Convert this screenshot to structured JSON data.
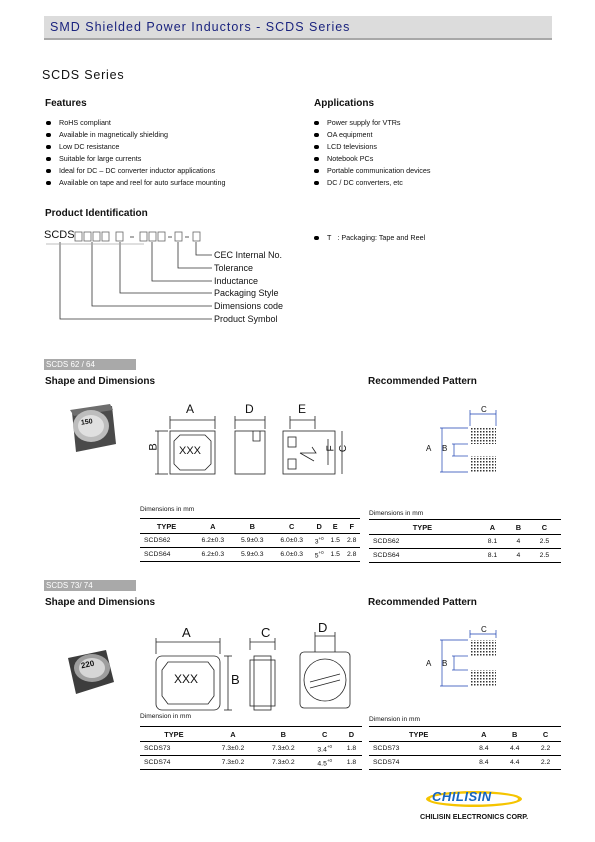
{
  "header": {
    "title": "SMD Shielded Power Inductors - SCDS Series"
  },
  "series_title": "SCDS Series",
  "features": {
    "heading": "Features",
    "items": [
      "RoHS compliant",
      "Available in magnetically shielding",
      "Low DC resistance",
      "Suitable for large currents",
      "Ideal for DC – DC converter inductor applications",
      "Available on tape and reel for auto surface mounting"
    ]
  },
  "applications": {
    "heading": "Applications",
    "items": [
      "Power supply for VTRs",
      "OA equipment",
      "LCD televisions",
      "Notebook PCs",
      "Portable communication devices",
      "DC / DC converters, etc"
    ]
  },
  "product_id": {
    "heading": "Product Identification",
    "code": "SCDS",
    "labels": [
      "CEC Internal No.",
      "Tolerance",
      "Inductance",
      "Packaging Style",
      "Dimensions code",
      "Product Symbol"
    ],
    "packaging_note_letter": "T",
    "packaging_note": ": Packaging: Tape and Reel"
  },
  "section1": {
    "band": "SCDS 62 / 64",
    "shape_heading": "Shape and Dimensions",
    "pattern_heading": "Recommended Pattern",
    "photo_marking": "150",
    "drawing_marking": "XXX",
    "drawing_labels": {
      "A": "A",
      "B": "B",
      "D": "D",
      "E": "E",
      "F": "F",
      "C": "C"
    },
    "pattern_labels": {
      "A": "A",
      "B": "B",
      "C": "C"
    },
    "dim_caption": "Dimensions in mm",
    "dim_table": {
      "headers": [
        "TYPE",
        "A",
        "B",
        "C",
        "D",
        "E",
        "F"
      ],
      "rows": [
        [
          "SCDS62",
          "6.2±0.3",
          "5.9±0.3",
          "6.0±0.3",
          "3",
          "1.5",
          "2.8"
        ],
        [
          "SCDS64",
          "6.2±0.3",
          "5.9±0.3",
          "6.0±0.3",
          "5",
          "1.5",
          "2.8"
        ]
      ],
      "d_sup": "+0"
    },
    "pat_caption": "Dimensions in mm",
    "pat_table": {
      "headers": [
        "TYPE",
        "A",
        "B",
        "C"
      ],
      "rows": [
        [
          "SCDS62",
          "8.1",
          "4",
          "2.5"
        ],
        [
          "SCDS64",
          "8.1",
          "4",
          "2.5"
        ]
      ]
    }
  },
  "section2": {
    "band": "SCDS 73/ 74",
    "shape_heading": "Shape and Dimensions",
    "pattern_heading": "Recommended Pattern",
    "photo_marking": "220",
    "drawing_marking": "XXX",
    "drawing_labels": {
      "A": "A",
      "B": "B",
      "C": "C",
      "D": "D"
    },
    "pattern_labels": {
      "A": "A",
      "B": "B",
      "C": "C"
    },
    "dim_caption": "Dimension in mm",
    "dim_table": {
      "headers": [
        "TYPE",
        "A",
        "B",
        "C",
        "D"
      ],
      "rows": [
        [
          "SCDS73",
          "7.3±0.2",
          "7.3±0.2",
          "3.4",
          "1.8"
        ],
        [
          "SCDS74",
          "7.3±0.2",
          "7.3±0.2",
          "4.5",
          "1.8"
        ]
      ],
      "c_sup": "+0"
    },
    "pat_caption": "Dimension in mm",
    "pat_table": {
      "headers": [
        "TYPE",
        "A",
        "B",
        "C"
      ],
      "rows": [
        [
          "SCDS73",
          "8.4",
          "4.4",
          "2.2"
        ],
        [
          "SCDS74",
          "8.4",
          "4.4",
          "2.2"
        ]
      ]
    }
  },
  "footer": {
    "logo_text": "CHILISIN",
    "company": "CHILISIN ELECTRONICS CORP."
  },
  "colors": {
    "header_text": "#1a237e",
    "band": "#a9a9a9",
    "logo_blue": "#1565c0",
    "logo_yellow": "#f5c400"
  }
}
